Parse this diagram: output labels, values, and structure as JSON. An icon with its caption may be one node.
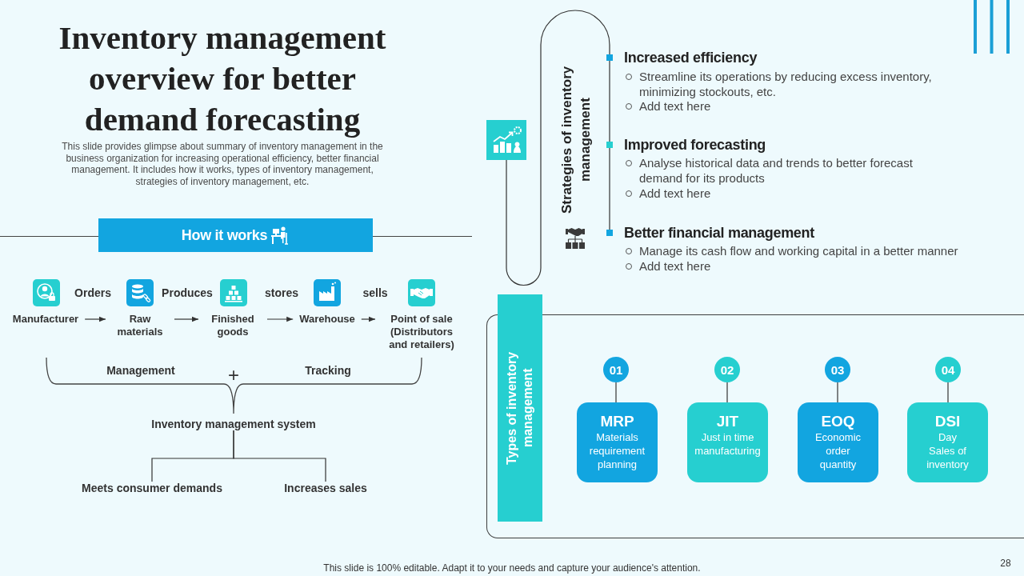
{
  "diagram": {
    "title": "Inventory management overview for better demand forecasting",
    "nodes": [
      {
        "text": [
          "How it works"
        ]
      },
      {
        "text": [
          "Manufacturer"
        ]
      },
      {
        "text": [
          "Raw materials"
        ]
      },
      {
        "text": [
          "Finished goods"
        ]
      },
      {
        "text": [
          "Warehouse"
        ]
      },
      {
        "text": [
          "Point of sale (Distributors and retailers)"
        ]
      },
      {
        "text": [
          "Inventory management system"
        ]
      },
      {
        "text": [
          "Meets consumer demands"
        ]
      },
      {
        "text": [
          "Increases sales"
        ]
      },
      {
        "text": [
          "Types of inventory management"
        ]
      },
      {
        "text": [
          "01"
        ]
      },
      {
        "text": [
          "MRP",
          "Materials requirement planning"
        ]
      },
      {
        "text": [
          "02"
        ]
      },
      {
        "text": [
          "JIT",
          "Just in time manufacturing"
        ]
      },
      {
        "text": [
          "03"
        ]
      },
      {
        "text": [
          "EOQ",
          "Economic order quantity"
        ]
      },
      {
        "text": [
          "04"
        ]
      },
      {
        "text": [
          "DSI",
          "Day Sales of inventory"
        ]
      }
    ],
    "edges": [
      {
        "from": 1,
        "to": 2,
        "arrow": "to",
        "label": "Orders"
      },
      {
        "from": 2,
        "to": 3,
        "arrow": "to",
        "label": "Produces"
      },
      {
        "from": 3,
        "to": 4,
        "arrow": "to",
        "label": "stores"
      },
      {
        "from": 4,
        "to": 5,
        "arrow": "to",
        "label": "sells"
      },
      {
        "from": 6,
        "to": 7,
        "arrow": "none"
      },
      {
        "from": 6,
        "to": 8,
        "arrow": "none"
      },
      {
        "from": 10,
        "to": 11,
        "arrow": "none"
      },
      {
        "from": 12,
        "to": 13,
        "arrow": "none"
      },
      {
        "from": 14,
        "to": 15,
        "arrow": "none"
      },
      {
        "from": 16,
        "to": 17,
        "arrow": "none"
      }
    ],
    "labels": [
      "This slide provides glimpse about summary of inventory management in the business organization for increasing operational efficiency, better financial management. It includes how it works, types of inventory management, strategies of inventory management, etc.",
      "Management",
      "+",
      "Tracking",
      "Strategies of inventory management",
      "Increased efficiency",
      "Streamline its operations by reducing excess inventory, minimizing stockouts, etc.",
      "Add text here",
      "Improved forecasting",
      "Analyse historical data and trends to better forecast demand for its products",
      "Add text here",
      "Better financial management",
      "Manage its cash flow and working capital in a better manner",
      "Add text here",
      "This slide is 100% editable. Adapt it to your needs and capture your audience's attention.",
      "28"
    ]
  }
}
